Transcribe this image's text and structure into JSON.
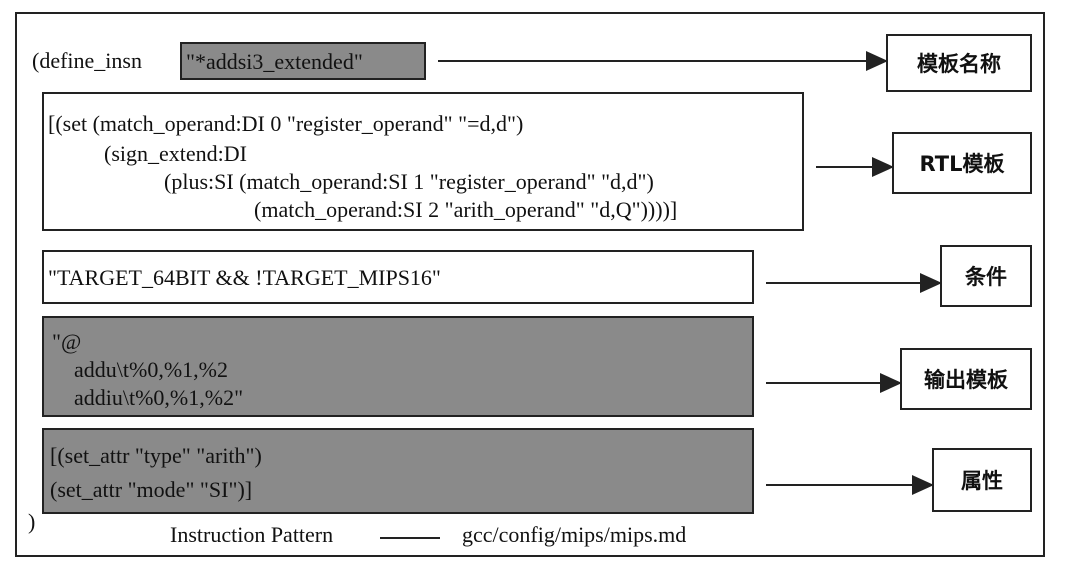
{
  "define_prefix": "(define_insn",
  "insn_name": "\"*addsi3_extended\"",
  "rtl_lines": [
    "[(set (match_operand:DI 0 \"register_operand\" \"=d,d\")",
    "(sign_extend:DI",
    "(plus:SI (match_operand:SI 1 \"register_operand\" \"d,d\")",
    "(match_operand:SI 2 \"arith_operand\" \"d,Q\"))))]"
  ],
  "condition": "\"TARGET_64BIT && !TARGET_MIPS16\"",
  "output_lines": [
    "\"@",
    "addu\\t%0,%1,%2",
    "addiu\\t%0,%1,%2\""
  ],
  "attr_lines": [
    "[(set_attr \"type\" \"arith\")",
    "(set_attr \"mode\" \"SI\")]"
  ],
  "close_paren": ")",
  "labels": {
    "name": "模板名称",
    "rtl": "RTL模板",
    "condition": "条件",
    "output": "输出模板",
    "attributes": "属性"
  },
  "caption": {
    "left": "Instruction Pattern",
    "right": "gcc/config/mips/mips.md"
  }
}
